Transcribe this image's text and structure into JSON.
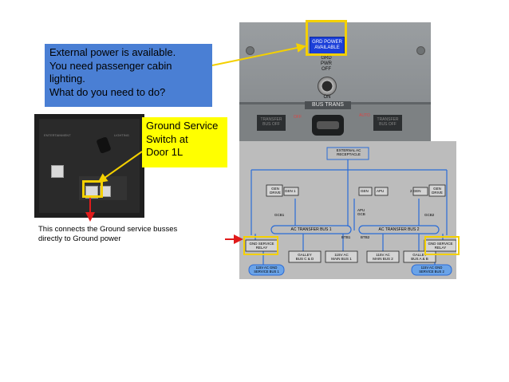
{
  "callouts": {
    "blue": [
      "External power is available.",
      "You need passenger cabin",
      "lighting.",
      "What do you need to do?"
    ],
    "yellow": [
      "Ground Service",
      "Switch at",
      "Door 1L"
    ]
  },
  "note": [
    "This connects the Ground service busses",
    "directly to Ground power"
  ],
  "overhead": {
    "gpa_light": [
      "GRD POWER",
      "AVAILABLE"
    ],
    "grd_pwr_plate": [
      "GRD",
      "PWR",
      "OFF"
    ],
    "on_label": "ON",
    "bus_trans": "BUS TRANS",
    "xfer_left": [
      "TRANSFER",
      "BUS OFF"
    ],
    "xfer_right": [
      "TRANSFER",
      "BUS OFF"
    ],
    "off_vertical": "OFF",
    "auto_vertical": "AUTO"
  },
  "gs_panel": {
    "left_label": "ENTERTAINMENT",
    "right_label": "LIGHTING"
  },
  "schematic": {
    "external_ac": [
      "EXTERNAL AC",
      "RECEPTACLE"
    ],
    "gen1": "GEN 1",
    "gen_drive_left": [
      "GEN",
      "DRIVE"
    ],
    "apu_gen": "GEN",
    "apu": "APU",
    "gen2": "2 GEN",
    "gen_drive_right": [
      "GEN",
      "DRIVE"
    ],
    "gcb1": "GCB1",
    "apu_gcb": [
      "APU",
      "GCB"
    ],
    "gcb2": "GCB2",
    "ac_bus1": "AC TRANSFER BUS 1",
    "ac_bus2": "AC TRANSFER BUS 2",
    "btb1": "BTB1",
    "btb2": "BTB2",
    "gnd_relay_left": [
      "GND SERVICE",
      "RELAY"
    ],
    "gnd_relay_right": [
      "GND SERVICE",
      "RELAY"
    ],
    "galley_cd": [
      "GALLEY",
      "BUS C & D"
    ],
    "main1": [
      "115V AC",
      "MAIN BUS 1"
    ],
    "main2": [
      "115V AC",
      "MAIN BUS 2"
    ],
    "galley_ab": [
      "GALLEY",
      "BUS A & B"
    ],
    "gnd_bus1": [
      "115V AC GND",
      "SERVICE BUS 1"
    ],
    "gnd_bus2": [
      "115V AC GND",
      "SERVICE BUS 2"
    ]
  },
  "colors": {
    "callout_blue": "#4a7fd4",
    "callout_yellow": "#ffff00",
    "arrow_red": "#e01b1b",
    "bus_blue": "#2a6bd6",
    "gpa_blue": "#1b3fd9"
  }
}
